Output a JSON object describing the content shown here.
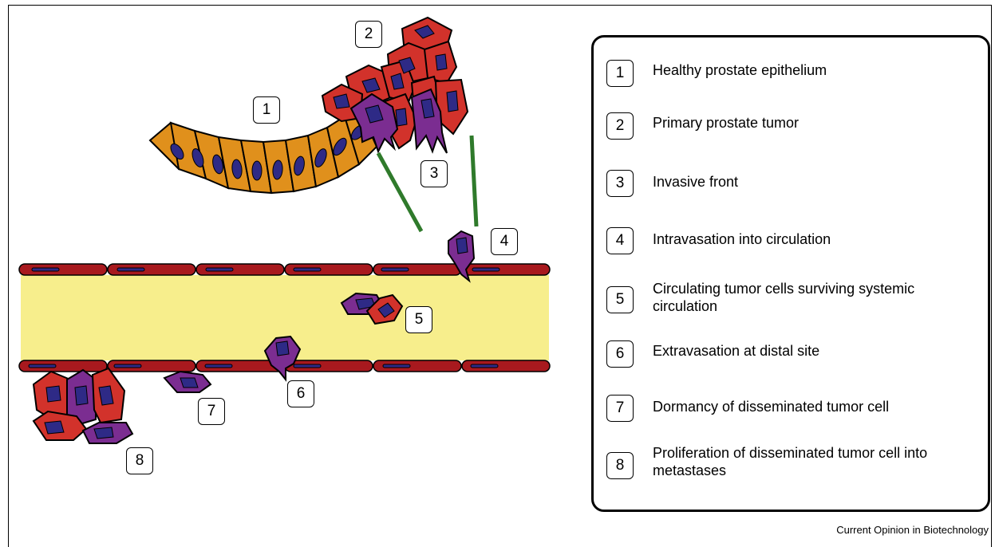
{
  "diagram_labels": [
    "1",
    "2",
    "3",
    "4",
    "5",
    "6",
    "7",
    "8"
  ],
  "legend": {
    "items": [
      {
        "number": "1",
        "text": "Healthy prostate epithelium"
      },
      {
        "number": "2",
        "text": "Primary prostate tumor"
      },
      {
        "number": "3",
        "text": "Invasive front"
      },
      {
        "number": "4",
        "text": "Intravasation into circulation"
      },
      {
        "number": "5",
        "text": "Circulating tumor cells surviving systemic circulation"
      },
      {
        "number": "6",
        "text": "Extravasation at distal site"
      },
      {
        "number": "7",
        "text": "Dormancy of disseminated tumor cell"
      },
      {
        "number": "8",
        "text": "Proliferation of disseminated tumor cell into metastases"
      }
    ]
  },
  "credit": "Current Opinion in Biotechnology",
  "colors": {
    "healthy_cell": "#E0901C",
    "tumor_cell": "#D2322B",
    "invasive_cell": "#7B2D91",
    "nucleus": "#2E2A86",
    "vessel_wall": "#A8191E",
    "blood": "#F7EE8C",
    "basement_membrane": "#2F7A2B"
  }
}
